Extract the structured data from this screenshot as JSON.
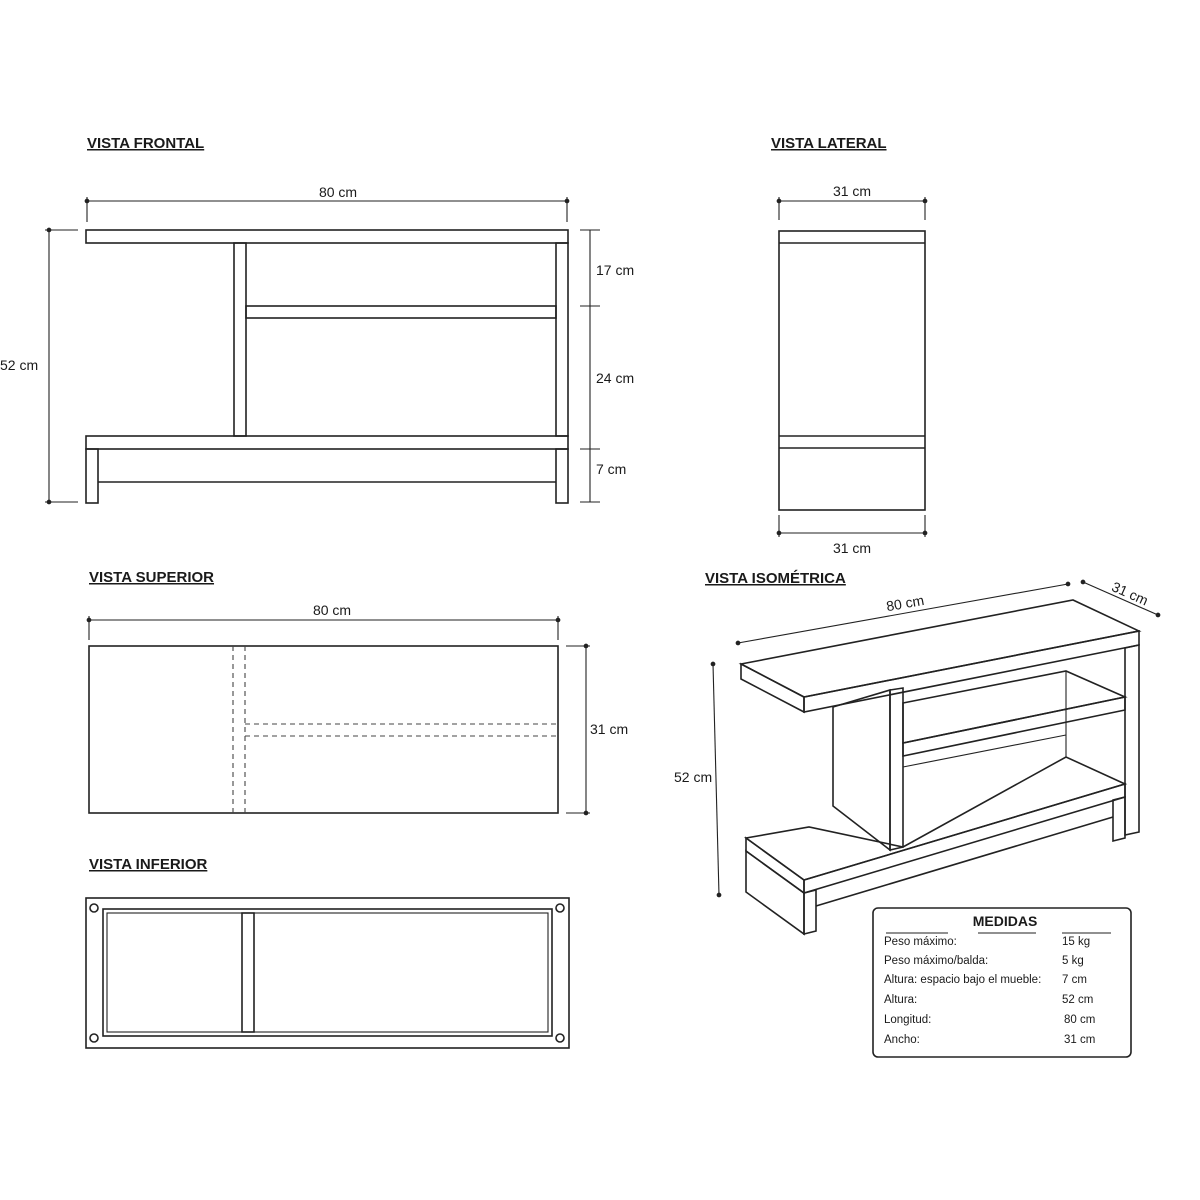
{
  "views": {
    "front": {
      "title": "VISTA FRONTAL",
      "width": "80 cm",
      "height": "52 cm",
      "upper": "17 cm",
      "middle": "24 cm",
      "lower": "7 cm"
    },
    "side": {
      "title": "VISTA LATERAL",
      "top_width": "31 cm",
      "bottom_width": "31 cm"
    },
    "top": {
      "title": "VISTA SUPERIOR",
      "width": "80 cm",
      "depth": "31 cm"
    },
    "bottom": {
      "title": "VISTA INFERIOR"
    },
    "iso": {
      "title": "VISTA ISOMÉTRICA",
      "width": "80 cm",
      "depth": "31 cm",
      "height": "52 cm"
    }
  },
  "specs": {
    "title": "MEDIDAS",
    "rows": [
      {
        "label": "Peso máximo:",
        "value": "15 kg"
      },
      {
        "label": "Peso máximo/balda:",
        "value": "5 kg"
      },
      {
        "label": "Altura: espacio bajo el mueble:",
        "value": "7 cm"
      },
      {
        "label": "Altura:",
        "value": "52 cm"
      },
      {
        "label": "Longitud:",
        "value": "80 cm"
      },
      {
        "label": "Ancho:",
        "value": "31 cm"
      }
    ]
  }
}
